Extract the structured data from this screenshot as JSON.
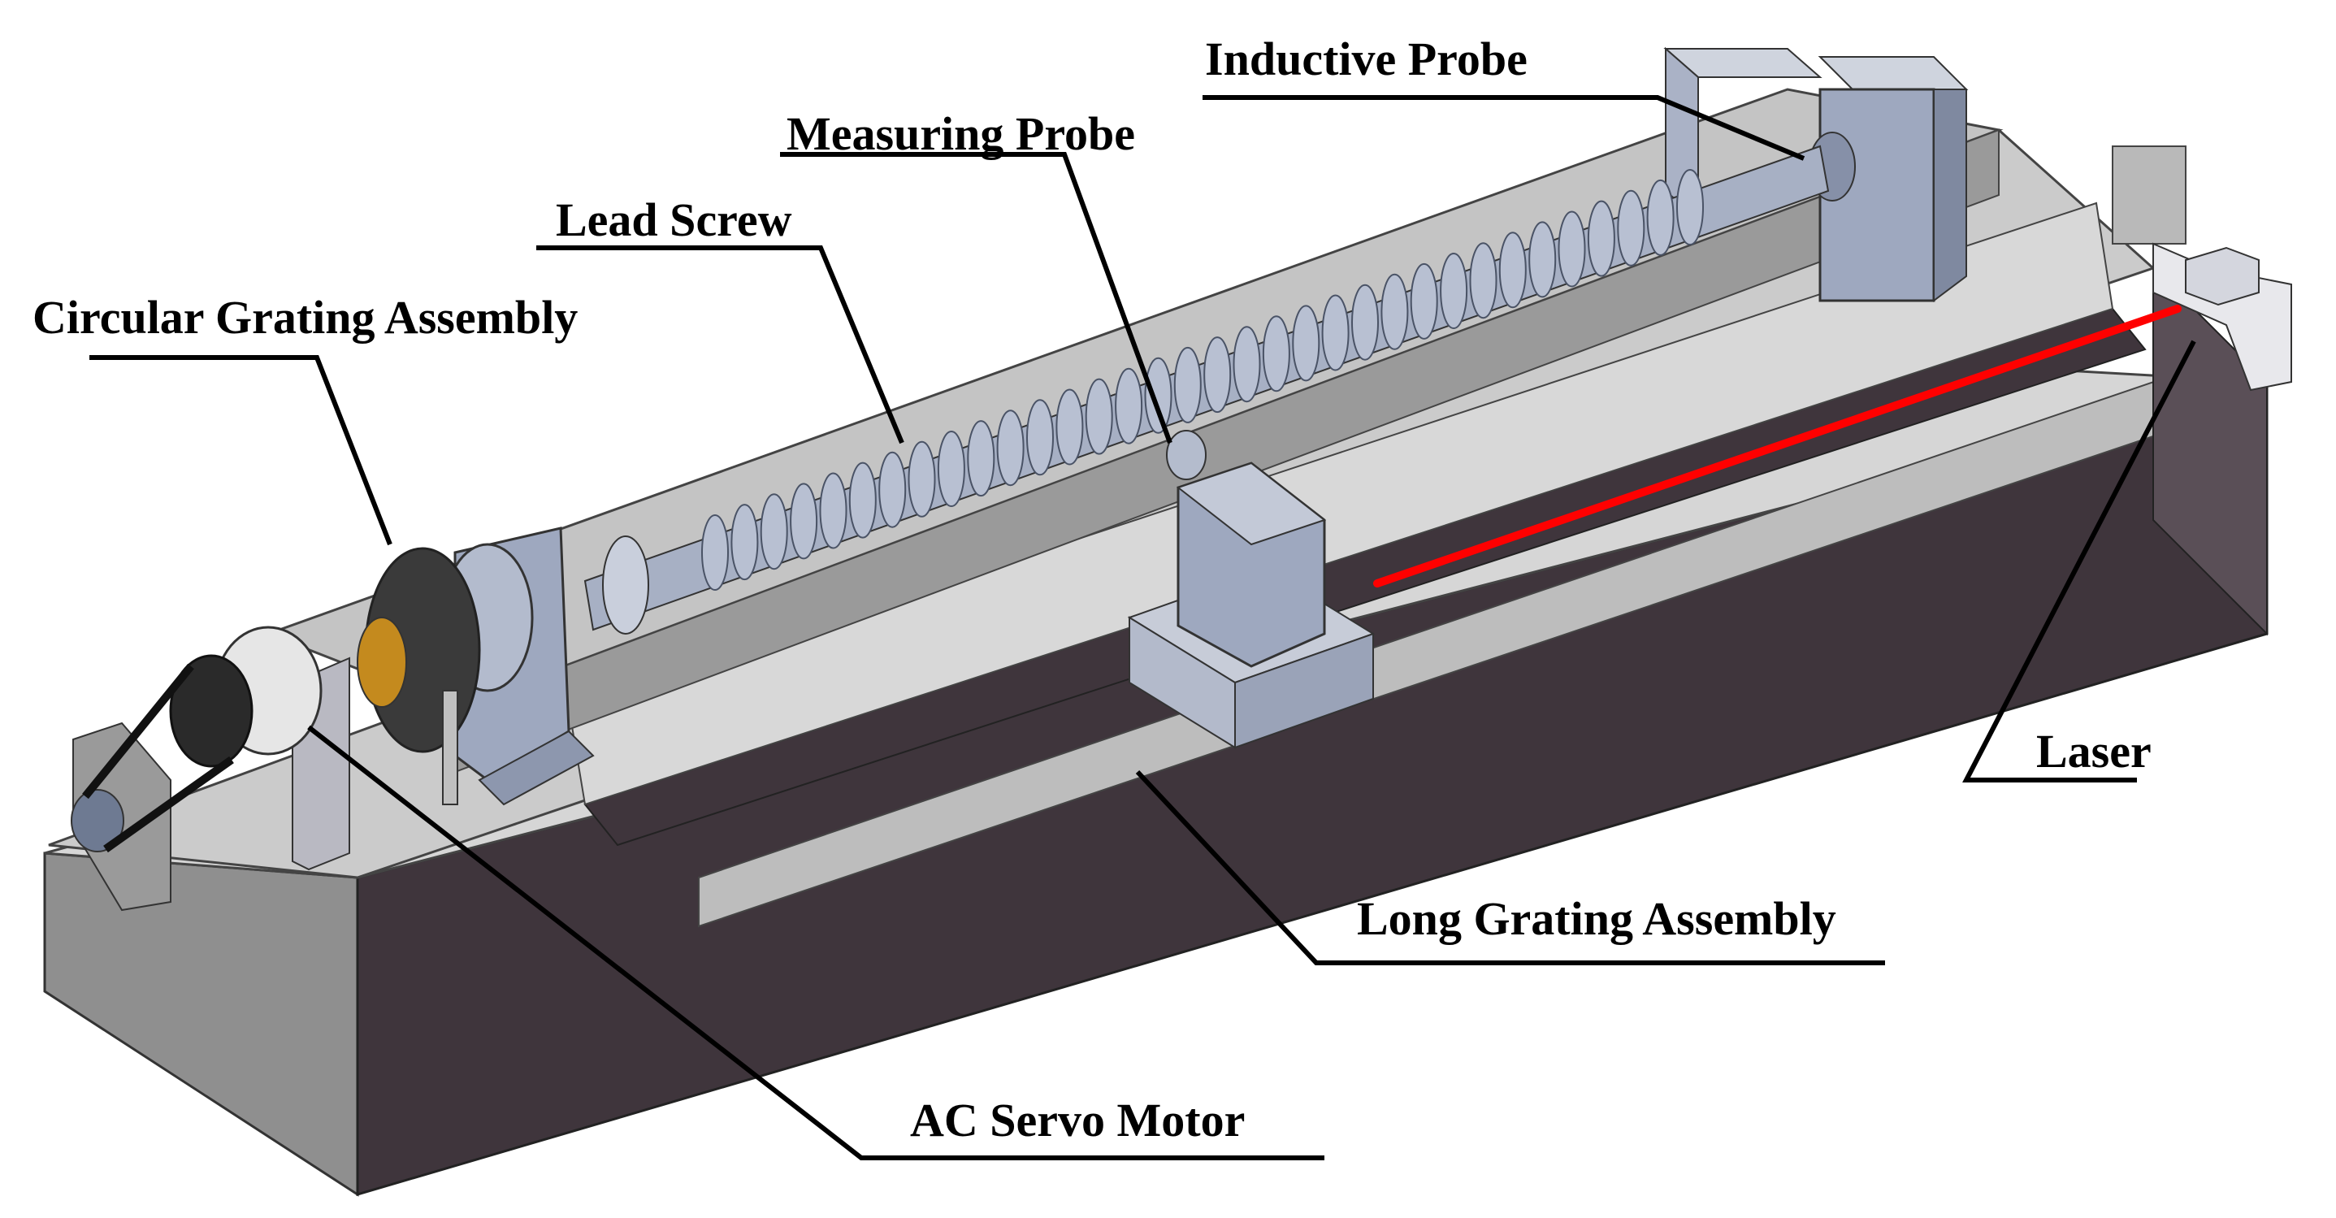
{
  "labels": {
    "inductive_probe": "Inductive Probe",
    "measuring_probe": "Measuring Probe",
    "lead_screw": "Lead Screw",
    "circular_grating_assembly": "Circular Grating Assembly",
    "laser": "Laser",
    "long_grating_assembly": "Long Grating Assembly",
    "ac_servo_motor": "AC Servo Motor"
  },
  "colors": {
    "base_dark": "#3f353c",
    "base_top": "#cbcbcb",
    "parts_blue": "#9ea8bf",
    "laser_beam": "#ff0000",
    "leader_line": "#000000"
  }
}
